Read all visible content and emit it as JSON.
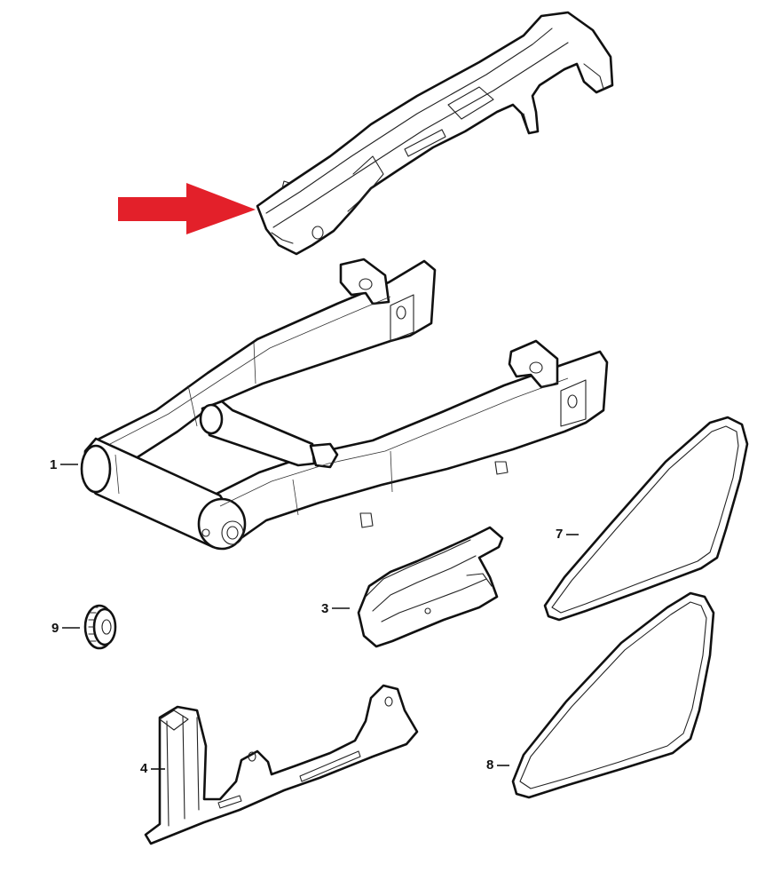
{
  "callouts": {
    "swingarm": "1",
    "chain_slider": "3",
    "lower_guard": "4",
    "belt_upper": "7",
    "belt_lower": "8",
    "pulley": "9"
  },
  "colors": {
    "arrow": "#e3202a",
    "line": "#111111",
    "background": "#ffffff"
  },
  "icons": {
    "pointer": "red-arrow-icon"
  }
}
